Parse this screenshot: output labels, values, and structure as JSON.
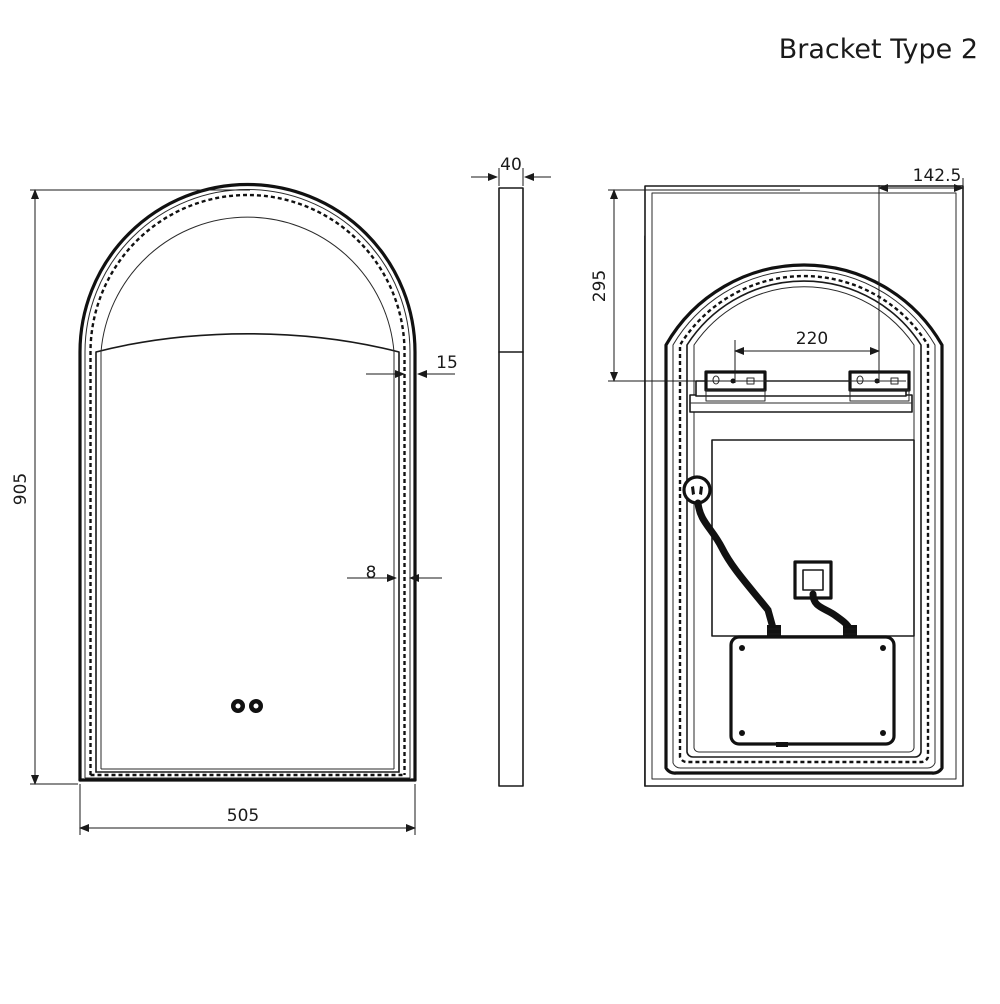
{
  "document": {
    "type": "technical-drawing",
    "subject": "Arched LED mirror with wall bracket",
    "units": "mm",
    "background_color": "#ffffff",
    "line_color": "#111111"
  },
  "title": {
    "text": "Bracket Type 2"
  },
  "views": [
    {
      "id": "front-elevation",
      "name": "Front Elevation View",
      "description": "Arch-top mirror seen from front with LED frame band and touch sensors"
    },
    {
      "id": "side-elevation",
      "name": "Side Elevation View",
      "description": "Thin profile section showing depth"
    },
    {
      "id": "back-elevation",
      "name": "Back Elevation View",
      "description": "Rear face showing mounting bracket rail, plug, sensor and junction box"
    }
  ],
  "dimensions": {
    "front": {
      "height": "905",
      "width": "505",
      "frame_band": "15",
      "frame_edge": "8"
    },
    "side": {
      "depth": "40"
    },
    "back": {
      "bracket_to_top": "295",
      "bracket_spacing": "220",
      "bracket_offset_right": "142.5"
    }
  },
  "components": {
    "front": {
      "touch_sensor_left": "touch-sensor-dot",
      "touch_sensor_right": "touch-sensor-dot"
    },
    "back": {
      "bracket_rail": "bracket-rail",
      "bracket_block_left": "bracket-block",
      "bracket_block_right": "bracket-block",
      "mirror_panel": "mirror-backing-panel",
      "power_plug": "power-plug",
      "sensor_module": "sensor-module",
      "junction_box": "junction-box"
    }
  }
}
